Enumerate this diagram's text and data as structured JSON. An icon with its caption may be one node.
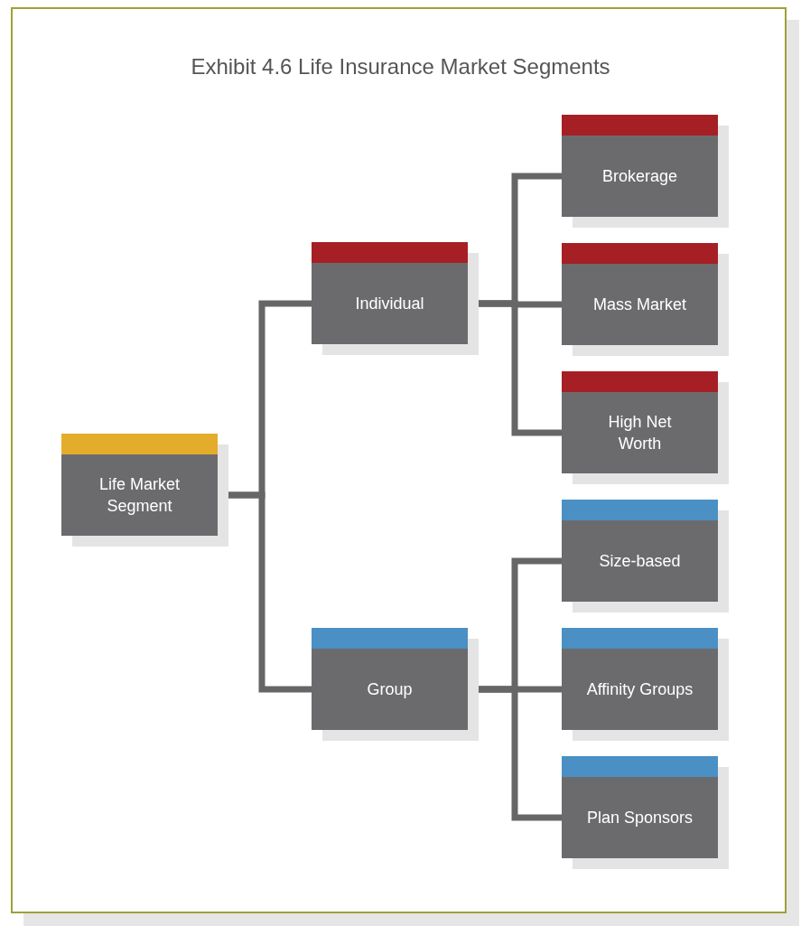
{
  "diagram": {
    "title": "Exhibit 4.6 Life Insurance Market Segments",
    "nodes": [
      {
        "text": [
          "Life Market Segment"
        ]
      },
      {
        "text": [
          "Individual"
        ]
      },
      {
        "text": [
          "Group"
        ]
      },
      {
        "text": [
          "Brokerage"
        ]
      },
      {
        "text": [
          "Mass Market"
        ]
      },
      {
        "text": [
          "High Net Worth"
        ]
      },
      {
        "text": [
          "Size-based"
        ]
      },
      {
        "text": [
          "Affinity Groups"
        ]
      },
      {
        "text": [
          "Plan Sponsors"
        ]
      }
    ],
    "edges": [
      {
        "from": 0,
        "to": 1,
        "arrow": "none"
      },
      {
        "from": 0,
        "to": 2,
        "arrow": "none"
      },
      {
        "from": 1,
        "to": 3,
        "arrow": "none"
      },
      {
        "from": 1,
        "to": 4,
        "arrow": "none"
      },
      {
        "from": 1,
        "to": 5,
        "arrow": "none"
      },
      {
        "from": 2,
        "to": 6,
        "arrow": "none"
      },
      {
        "from": 2,
        "to": 7,
        "arrow": "none"
      },
      {
        "from": 2,
        "to": 8,
        "arrow": "none"
      }
    ]
  }
}
